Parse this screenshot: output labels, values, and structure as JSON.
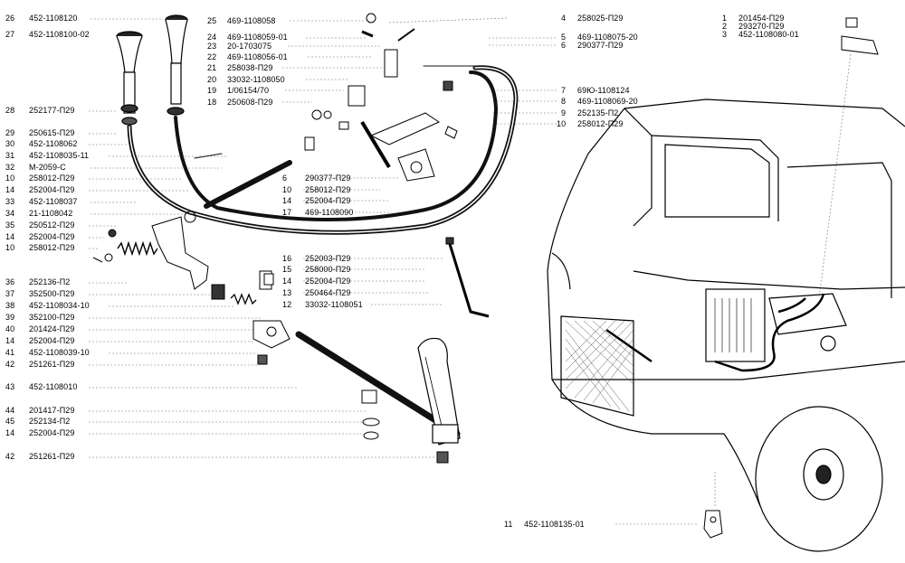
{
  "labels": {
    "L26": {
      "num": "26",
      "code": "452-1108120"
    },
    "L27": {
      "num": "27",
      "code": "452-1108100-02"
    },
    "L28": {
      "num": "28",
      "code": "252177-П29"
    },
    "L29": {
      "num": "29",
      "code": "250615-П29"
    },
    "L30": {
      "num": "30",
      "code": "452-1108062"
    },
    "L31": {
      "num": "31",
      "code": "452-1108035-11"
    },
    "L32": {
      "num": "32",
      "code": "М-2059-С"
    },
    "L10a": {
      "num": "10",
      "code": "258012-П29"
    },
    "L14a": {
      "num": "14",
      "code": "252004-П29"
    },
    "L33": {
      "num": "33",
      "code": "452-1108037"
    },
    "L34": {
      "num": "34",
      "code": "21-1108042"
    },
    "L35": {
      "num": "35",
      "code": "250512-П29"
    },
    "L14b": {
      "num": "14",
      "code": "252004-П29"
    },
    "L10b": {
      "num": "10",
      "code": "258012-П29"
    },
    "L36": {
      "num": "36",
      "code": "252136-П2"
    },
    "L37": {
      "num": "37",
      "code": "352500-П29"
    },
    "L38": {
      "num": "38",
      "code": "452-1108034-10"
    },
    "L39": {
      "num": "39",
      "code": "352100-П29"
    },
    "L40": {
      "num": "40",
      "code": "201424-П29"
    },
    "L14c": {
      "num": "14",
      "code": "252004-П29"
    },
    "L41": {
      "num": "41",
      "code": "452-1108039-10"
    },
    "L42a": {
      "num": "42",
      "code": "251261-П29"
    },
    "L43": {
      "num": "43",
      "code": "452-1108010"
    },
    "L44": {
      "num": "44",
      "code": "201417-П29"
    },
    "L45": {
      "num": "45",
      "code": "252134-П2"
    },
    "L14d": {
      "num": "14",
      "code": "252004-П29"
    },
    "L42b": {
      "num": "42",
      "code": "251261-П29"
    },
    "L25": {
      "num": "25",
      "code": "469-1108058"
    },
    "L24": {
      "num": "24",
      "code": "469-1108059-01"
    },
    "L23": {
      "num": "23",
      "code": "20-1703075"
    },
    "L22": {
      "num": "22",
      "code": "469-1108056-01"
    },
    "L21": {
      "num": "21",
      "code": "258038-П29"
    },
    "L20": {
      "num": "20",
      "code": "33032-1108050"
    },
    "L19": {
      "num": "19",
      "code": "1/06154/70"
    },
    "L18": {
      "num": "18",
      "code": "250608-П29"
    },
    "L6a": {
      "num": "6",
      "code": "290377-П29"
    },
    "L10c": {
      "num": "10",
      "code": "258012-П29"
    },
    "L14e": {
      "num": "14",
      "code": "252004-П29"
    },
    "L17": {
      "num": "17",
      "code": "469-1108090"
    },
    "L16": {
      "num": "16",
      "code": "252003-П29"
    },
    "L15": {
      "num": "15",
      "code": "258000-П29"
    },
    "L14f": {
      "num": "14",
      "code": "252004-П29"
    },
    "L13": {
      "num": "13",
      "code": "250464-П29"
    },
    "L12": {
      "num": "12",
      "code": "33032-1108051"
    },
    "L4": {
      "num": "4",
      "code": "258025-П29"
    },
    "L5": {
      "num": "5",
      "code": "469-1108075-20"
    },
    "L6b": {
      "num": "6",
      "code": "290377-П29"
    },
    "L7": {
      "num": "7",
      "code": "69Ю-1108124"
    },
    "L8": {
      "num": "8",
      "code": "469-1108069-20"
    },
    "L9": {
      "num": "9",
      "code": "252135-П2"
    },
    "L10d": {
      "num": "10",
      "code": "258012-П29"
    },
    "L1": {
      "num": "1",
      "code": "201454-П29"
    },
    "L2": {
      "num": "2",
      "code": "293270-П29"
    },
    "L3": {
      "num": "3",
      "code": "452-1108080-01"
    },
    "L11": {
      "num": "11",
      "code": "452-1108135-01"
    }
  }
}
